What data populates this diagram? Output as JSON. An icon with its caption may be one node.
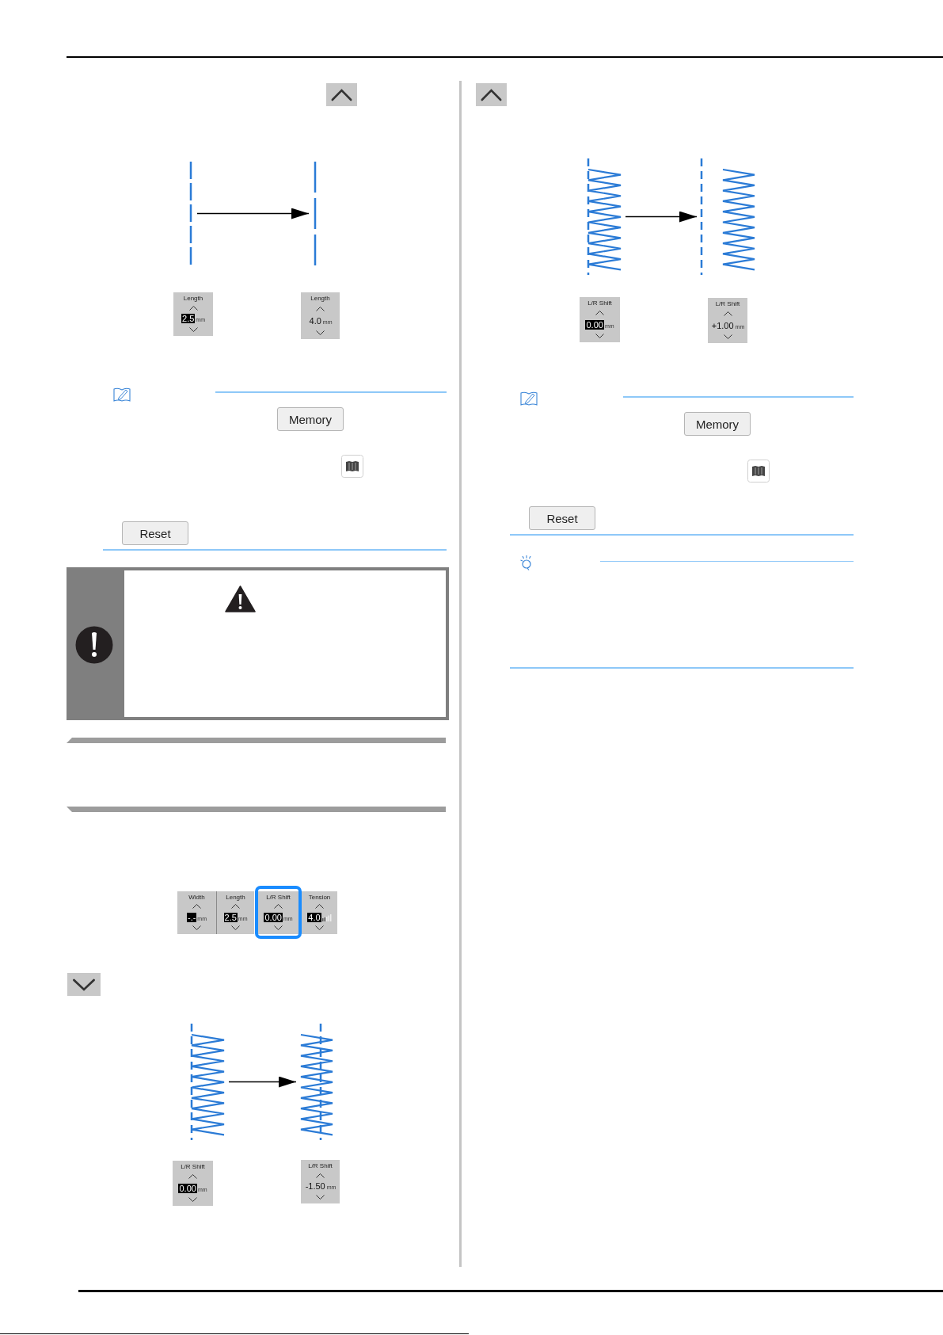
{
  "diagram": {
    "nodes": [
      {
        "text": [],
        "shape": "picture"
      },
      {
        "text": [],
        "shape": "picture"
      },
      {
        "text": [
          "Length",
          "2.5",
          "mm"
        ]
      },
      {
        "text": [
          "Length",
          "4.0",
          "mm"
        ]
      },
      {
        "text": [
          "Memory"
        ]
      },
      {
        "text": [
          "Reset"
        ]
      },
      {
        "text": [
          "Width",
          "-.-",
          "mm"
        ]
      },
      {
        "text": [
          "Length",
          "2.5",
          "mm"
        ]
      },
      {
        "text": [
          "L/R Shift",
          "0.00",
          "mm"
        ]
      },
      {
        "text": [
          "Tension",
          "4.0"
        ]
      },
      {
        "text": [],
        "shape": "picture"
      },
      {
        "text": [],
        "shape": "picture"
      },
      {
        "text": [
          "L/R Shift",
          "0.00",
          "mm"
        ]
      },
      {
        "text": [
          "L/R Shift",
          "-1.50",
          "mm"
        ]
      },
      {
        "text": [],
        "shape": "picture"
      },
      {
        "text": [],
        "shape": "picture"
      },
      {
        "text": [
          "L/R Shift",
          "0.00",
          "mm"
        ]
      },
      {
        "text": [
          "L/R Shift",
          "+1.00",
          "mm"
        ]
      },
      {
        "text": [
          "Memory"
        ]
      },
      {
        "text": [
          "Reset"
        ]
      }
    ],
    "edges": [
      {
        "from": 0,
        "to": 1,
        "arrow": "to"
      },
      {
        "from": 10,
        "to": 11,
        "arrow": "to"
      },
      {
        "from": 14,
        "to": 15,
        "arrow": "to"
      }
    ]
  }
}
